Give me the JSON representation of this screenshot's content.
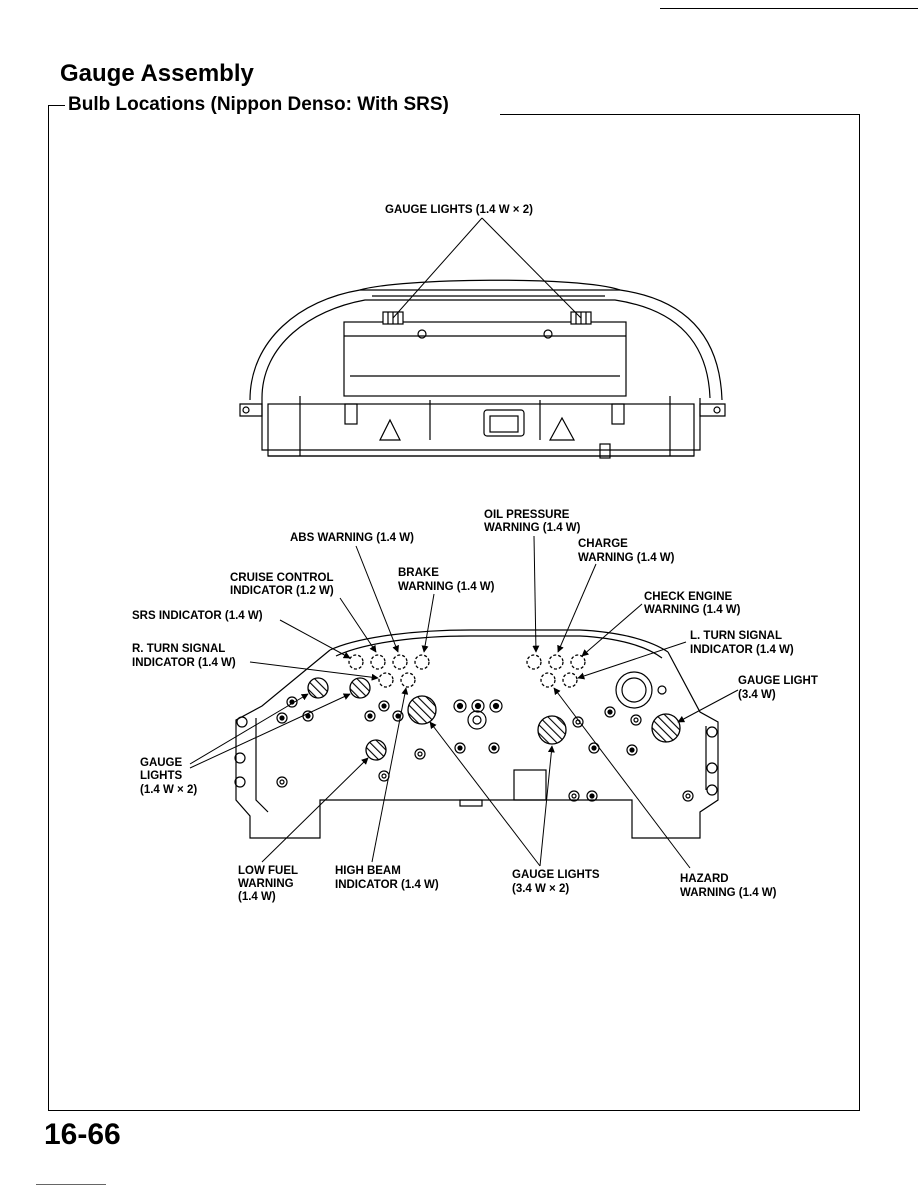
{
  "page": {
    "title": "Gauge Assembly",
    "section_title": "Bulb Locations (Nippon Denso: With SRS)",
    "page_number": "16-66"
  },
  "top_view": {
    "gauge_lights_label": "GAUGE LIGHTS (1.4 W × 2)"
  },
  "front_view": {
    "labels": {
      "oil_pressure_1": "OIL PRESSURE",
      "oil_pressure_2": "WARNING (1.4 W)",
      "abs": "ABS WARNING (1.4 W)",
      "charge_1": "CHARGE",
      "charge_2": "WARNING (1.4 W)",
      "cruise_1": "CRUISE CONTROL",
      "cruise_2": "INDICATOR (1.2 W)",
      "brake_1": "BRAKE",
      "brake_2": "WARNING (1.4 W)",
      "check_engine_1": "CHECK ENGINE",
      "check_engine_2": "WARNING (1.4 W)",
      "srs": "SRS INDICATOR (1.4 W)",
      "l_turn_1": "L. TURN SIGNAL",
      "l_turn_2": "INDICATOR (1.4 W)",
      "r_turn_1": "R. TURN SIGNAL",
      "r_turn_2": "INDICATOR (1.4 W)",
      "gauge_light_1": "GAUGE LIGHT",
      "gauge_light_2": "(3.4 W)",
      "gauge_lights_left_1": "GAUGE",
      "gauge_lights_left_2": "LIGHTS",
      "gauge_lights_left_3": "(1.4 W × 2)",
      "low_fuel_1": "LOW FUEL",
      "low_fuel_2": "WARNING",
      "low_fuel_3": "(1.4 W)",
      "high_beam_1": "HIGH BEAM",
      "high_beam_2": "INDICATOR (1.4 W)",
      "gauge_lights_bottom_1": "GAUGE LIGHTS",
      "gauge_lights_bottom_2": "(3.4 W × 2)",
      "hazard_1": "HAZARD",
      "hazard_2": "WARNING (1.4 W)"
    }
  }
}
